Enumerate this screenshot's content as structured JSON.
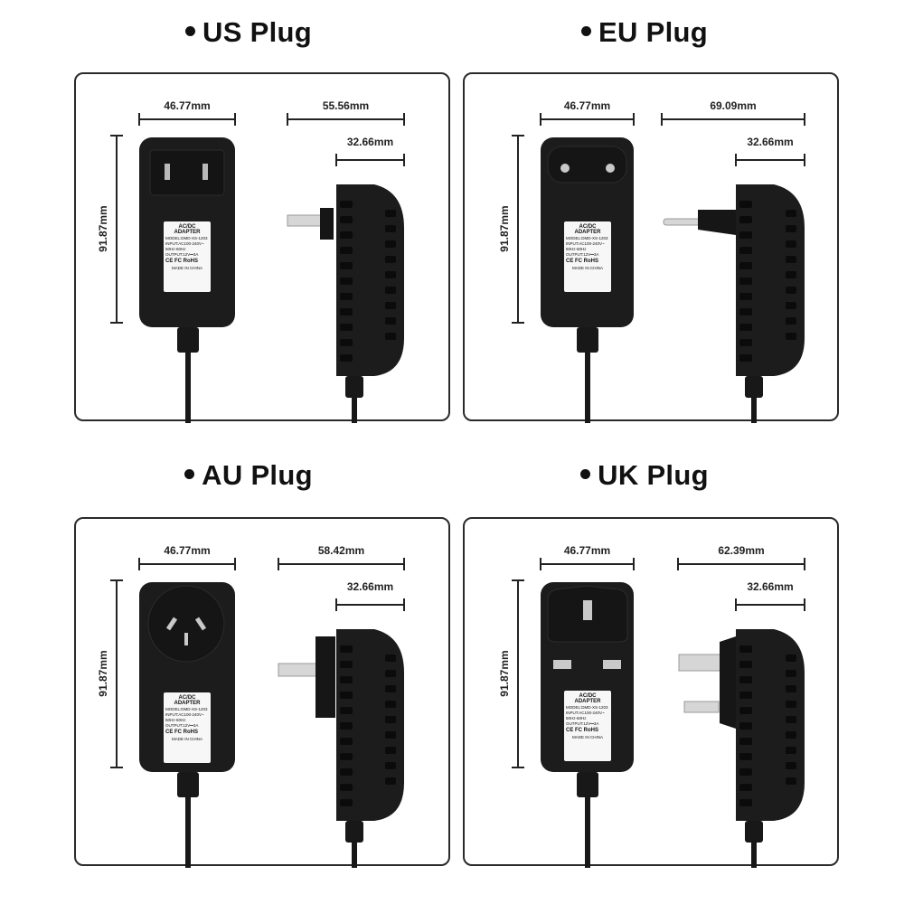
{
  "colors": {
    "body": "#1c1c1c",
    "body_edge": "#0c0c0c",
    "prong": "#d6d6d6",
    "dim_line": "#222222",
    "frame": "#2a2a2a"
  },
  "icons": [
    "bullet-dot-icon",
    "us-plug-icon",
    "eu-plug-icon",
    "au-plug-icon",
    "uk-plug-icon"
  ],
  "label_text": {
    "title": "AC/DC ADAPTER",
    "lines": [
      "MODEL:DMD-XS-1203",
      "INPUT:AC100-240V~",
      "50Hz-60Hz",
      "OUTPUT:12V⎓3A"
    ],
    "marks": "CE FC RoHS",
    "footer": "MADE IN CHINA"
  },
  "plugs": [
    {
      "title": "US Plug",
      "width": "46.77mm",
      "height": "91.87mm",
      "depth_total": "55.56mm",
      "depth_body": "32.66mm"
    },
    {
      "title": "EU Plug",
      "width": "46.77mm",
      "height": "91.87mm",
      "depth_total": "69.09mm",
      "depth_body": "32.66mm"
    },
    {
      "title": "AU Plug",
      "width": "46.77mm",
      "height": "91.87mm",
      "depth_total": "58.42mm",
      "depth_body": "32.66mm"
    },
    {
      "title": "UK Plug",
      "width": "46.77mm",
      "height": "91.87mm",
      "depth_total": "62.39mm",
      "depth_body": "32.66mm"
    }
  ]
}
